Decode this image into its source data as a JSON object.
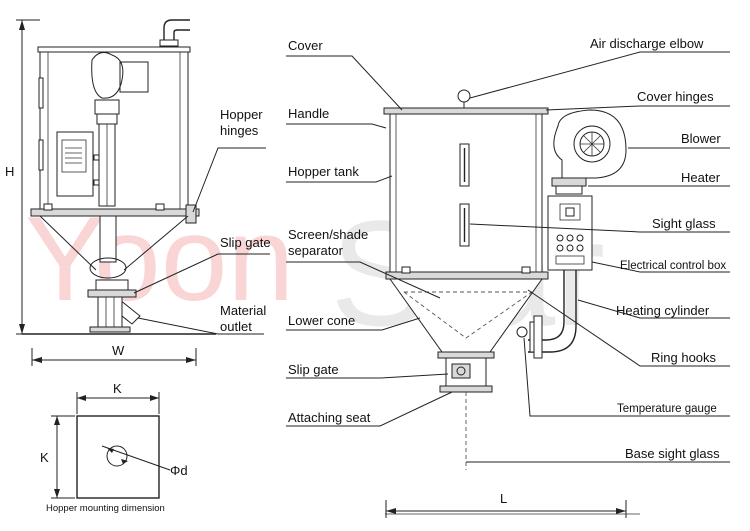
{
  "watermark": {
    "brand": "YoonStar",
    "color": "#ee8a8a"
  },
  "left_view": {
    "labels": {
      "hopper_hinges_1": "Hopper",
      "hopper_hinges_2": "hinges",
      "slip_gate": "Slip gate",
      "material_outlet_1": "Material",
      "material_outlet_2": "outlet"
    },
    "dimensions": {
      "height": "H",
      "width": "W"
    }
  },
  "mounting": {
    "caption": "Hopper mounting dimension",
    "dim_k_top": "K",
    "dim_k_side": "K",
    "dim_d": "Φd"
  },
  "right_view": {
    "labels_left": [
      "Cover",
      "Handle",
      "Hopper tank",
      "Screen/shade",
      "separator",
      "Lower cone",
      "Slip gate",
      "Attaching seat"
    ],
    "labels_right": [
      "Air discharge elbow",
      "Cover hinges",
      "Blower",
      "Heater",
      "Sight glass",
      "Electrical control box",
      "Heating cylinder",
      "Ring hooks",
      "Temperature gauge",
      "Base sight glass"
    ],
    "dimension_l": "L"
  }
}
